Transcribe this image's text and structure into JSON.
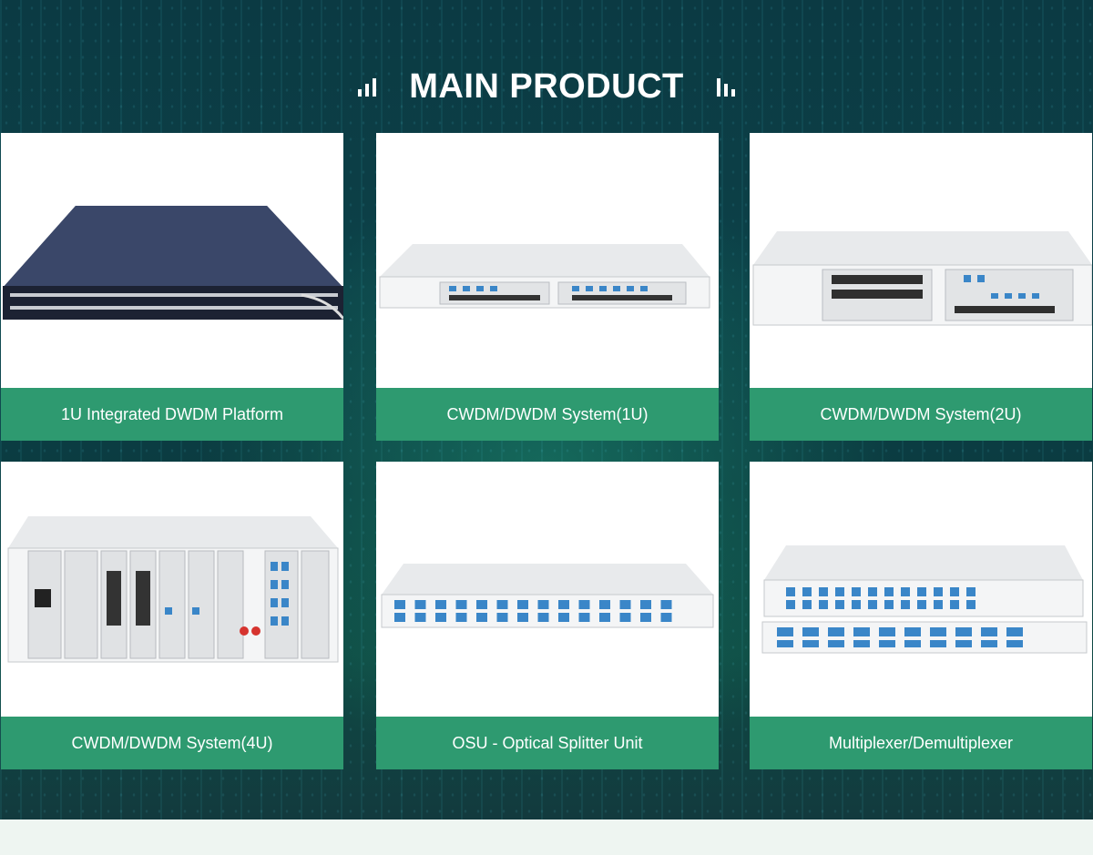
{
  "section": {
    "title": "MAIN PRODUCT"
  },
  "products": [
    {
      "label": "1U Integrated DWDM Platform"
    },
    {
      "label": "CWDM/DWDM System(1U)"
    },
    {
      "label": "CWDM/DWDM System(2U)"
    },
    {
      "label": "CWDM/DWDM System(4U)"
    },
    {
      "label": "OSU - Optical Splitter Unit"
    },
    {
      "label": "Multiplexer/Demultiplexer"
    }
  ],
  "colors": {
    "accent": "#2e9a70",
    "background": "#0b3a43"
  }
}
